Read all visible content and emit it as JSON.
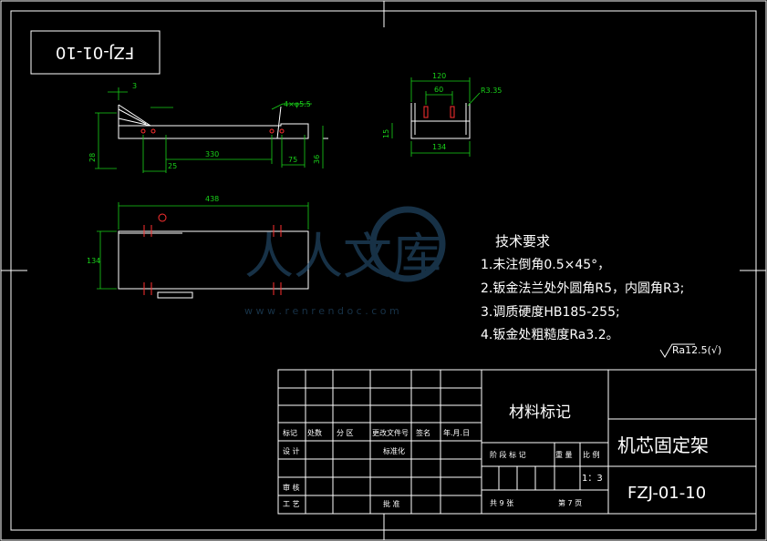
{
  "drawing": {
    "code_flipped": "FZJ-01-10",
    "part_name": "机芯固定架",
    "drawing_code": "FZJ-01-10",
    "material_mark_label": "材料标记",
    "scale_value": "1：3",
    "roughness_mark": "Ra12.5(√)"
  },
  "tech_requirements": {
    "title": "技术要求",
    "items": [
      "1.未注倒角0.5×45°，",
      "2.钣金法兰处外圆角R5，内圆角R3;",
      "3.调质硬度HB185-255;",
      "4.钣金处粗糙度Ra3.2。"
    ]
  },
  "title_block": {
    "mark": "标记",
    "count": "处数",
    "zone": "分 区",
    "change_doc": "更改文件号",
    "signature": "签名",
    "date": "年.月.日",
    "design": "设 计",
    "standardize": "标准化",
    "stage_mark": "阶 段 标 记",
    "weight": "重 量",
    "scale": "比 例",
    "review": "审 核",
    "process": "工 艺",
    "approve": "批 准",
    "total_sheets": "共 9 张",
    "sheet_no": "第 7 页"
  },
  "dimensions": {
    "side": [
      "3",
      "4×φ5.5",
      "28",
      "330",
      "25",
      "75",
      "36"
    ],
    "end": [
      "120",
      "60",
      "R3.35",
      "15",
      "134"
    ],
    "top": [
      "438",
      "134"
    ]
  },
  "watermark": {
    "text": "人人文库",
    "url": "w w w . r e n r e n d o c . c o m"
  },
  "colors": {
    "background": "#000000",
    "lines": "#ffffff",
    "dimensions": "#19d219",
    "holes": "#ff3030"
  }
}
